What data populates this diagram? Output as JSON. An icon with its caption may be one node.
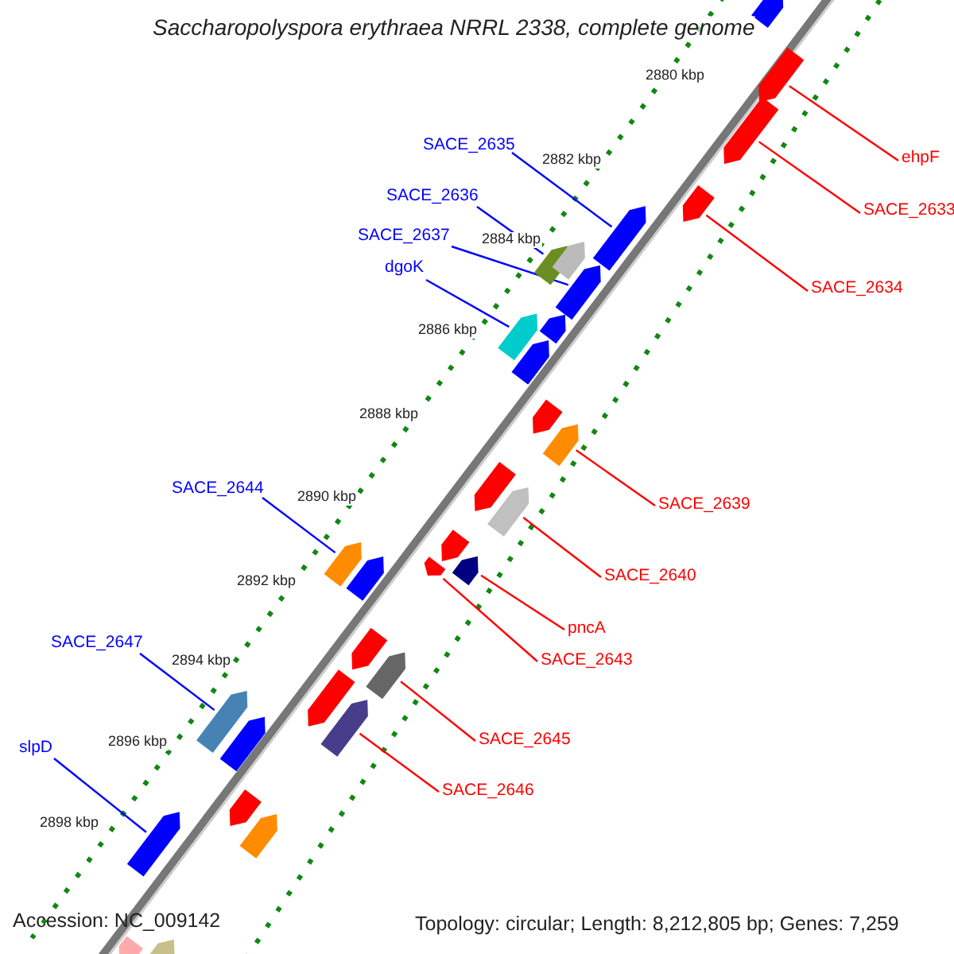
{
  "diagram": {
    "title": "Saccharopolyspora erythraea NRRL 2338, complete genome",
    "nodes": [
      {
        "text": [
          "SACE_2635"
        ]
      },
      {
        "text": [],
        "shape": "arrow"
      },
      {
        "text": [
          "ehpF"
        ]
      },
      {
        "text": [],
        "shape": "arrow"
      },
      {
        "text": [
          "SACE_2636"
        ]
      },
      {
        "text": [],
        "shape": "arrow"
      },
      {
        "text": [
          "SACE_2633"
        ]
      },
      {
        "text": [],
        "shape": "arrow"
      },
      {
        "text": [
          "SACE_2637"
        ]
      },
      {
        "text": [],
        "shape": "arrow"
      },
      {
        "text": [
          "dgoK"
        ]
      },
      {
        "text": [],
        "shape": "arrow"
      },
      {
        "text": [
          "SACE_2634"
        ]
      },
      {
        "text": [],
        "shape": "arrow"
      },
      {
        "text": [
          "SACE_2644"
        ]
      },
      {
        "text": [],
        "shape": "arrow"
      },
      {
        "text": [
          "SACE_2639"
        ]
      },
      {
        "text": [],
        "shape": "arrow"
      },
      {
        "text": [
          "SACE_2640"
        ]
      },
      {
        "text": [],
        "shape": "arrow"
      },
      {
        "text": [
          "pncA"
        ]
      },
      {
        "text": [],
        "shape": "arrow"
      },
      {
        "text": [
          "SACE_2647"
        ]
      },
      {
        "text": [],
        "shape": "arrow"
      },
      {
        "text": [
          "SACE_2643"
        ]
      },
      {
        "text": [],
        "shape": "arrow"
      },
      {
        "text": [
          "SACE_2645"
        ]
      },
      {
        "text": [],
        "shape": "arrow"
      },
      {
        "text": [
          "slpD"
        ]
      },
      {
        "text": [],
        "shape": "arrow"
      },
      {
        "text": [
          "SACE_2646"
        ]
      },
      {
        "text": [],
        "shape": "arrow"
      },
      {
        "text": [],
        "shape": "arrow"
      },
      {
        "text": [],
        "shape": "arrow"
      },
      {
        "text": [],
        "shape": "arrow"
      },
      {
        "text": [],
        "shape": "arrow"
      },
      {
        "text": [],
        "shape": "arrow"
      },
      {
        "text": [],
        "shape": "arrow"
      },
      {
        "text": [],
        "shape": "arrow"
      },
      {
        "text": [],
        "shape": "arrow"
      },
      {
        "text": [],
        "shape": "arrow"
      },
      {
        "text": [],
        "shape": "arrow"
      },
      {
        "text": [],
        "shape": "arrow"
      },
      {
        "text": [],
        "shape": "arrow"
      },
      {
        "text": [],
        "shape": "arrow"
      },
      {
        "text": [],
        "shape": "arrow"
      },
      {
        "text": [],
        "shape": "arrow"
      }
    ],
    "edges": [
      {
        "from": 0,
        "to": 1,
        "arrow": "none",
        "color": "#0000ff"
      },
      {
        "from": 2,
        "to": 3,
        "arrow": "none"
      },
      {
        "from": 4,
        "to": 5,
        "arrow": "none",
        "color": "#0000ff"
      },
      {
        "from": 6,
        "to": 7,
        "arrow": "none"
      },
      {
        "from": 8,
        "to": 9,
        "arrow": "none",
        "color": "#0000ff"
      },
      {
        "from": 10,
        "to": 11,
        "arrow": "none",
        "color": "#0000ff"
      },
      {
        "from": 12,
        "to": 13,
        "arrow": "none"
      },
      {
        "from": 14,
        "to": 15,
        "arrow": "none",
        "color": "#0000ff"
      },
      {
        "from": 16,
        "to": 17,
        "arrow": "none"
      },
      {
        "from": 18,
        "to": 19,
        "arrow": "none"
      },
      {
        "from": 20,
        "to": 21,
        "arrow": "none"
      },
      {
        "from": 22,
        "to": 23,
        "arrow": "none",
        "color": "#0000ff"
      },
      {
        "from": 24,
        "to": 25,
        "arrow": "none"
      },
      {
        "from": 26,
        "to": 27,
        "arrow": "none"
      },
      {
        "from": 28,
        "to": 29,
        "arrow": "none",
        "color": "#0000ff"
      },
      {
        "from": 30,
        "to": 31,
        "arrow": "none"
      }
    ],
    "labels": [
      "2880 kbp",
      "2882 kbp",
      "2884 kbp",
      "2886 kbp",
      "2888 kbp",
      "2890 kbp",
      "2892 kbp",
      "2894 kbp",
      "2896 kbp",
      "2898 kbp",
      "Accession: NC_009142",
      "Topology: circular; Length: 8,212,805 bp; Genes: 7,259"
    ]
  }
}
